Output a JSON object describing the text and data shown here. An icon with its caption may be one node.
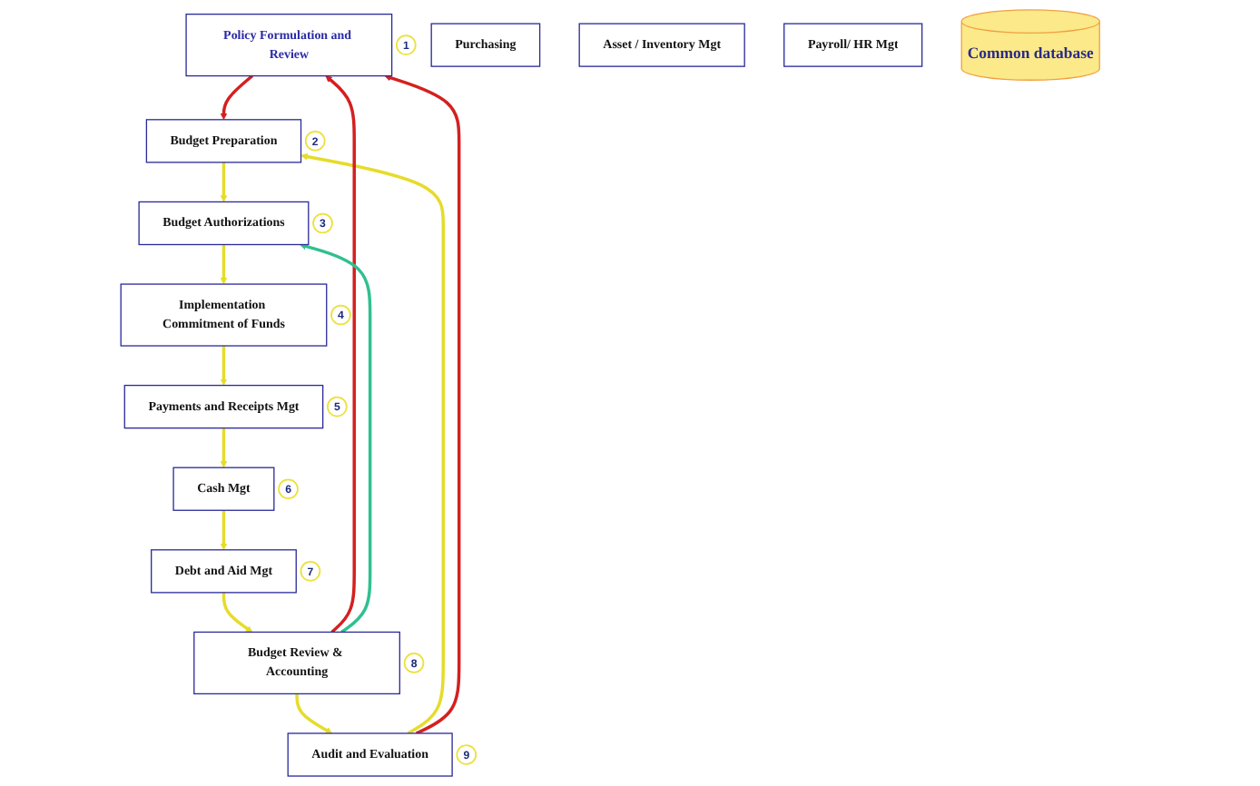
{
  "diagram": {
    "nodes": [
      {
        "text": [
          "Policy Formulation and Review"
        ],
        "beside": [
          "1"
        ]
      },
      {
        "text": [
          "Budget Preparation"
        ],
        "beside": [
          "2"
        ]
      },
      {
        "text": [
          "Budget Authorizations"
        ],
        "beside": [
          "3"
        ]
      },
      {
        "text": [
          "Implementation Commitment of Funds"
        ],
        "beside": [
          "4"
        ]
      },
      {
        "text": [
          "Purchasing"
        ]
      },
      {
        "text": [
          "Payments and Receipts Mgt"
        ],
        "beside": [
          "5"
        ]
      },
      {
        "text": [
          "Asset / Inventory Mgt"
        ]
      },
      {
        "text": [
          "Payroll/ HR Mgt"
        ]
      },
      {
        "text": [
          "Cash Mgt"
        ],
        "beside": [
          "6"
        ]
      },
      {
        "text": [
          "Debt and Aid Mgt"
        ],
        "beside": [
          "7"
        ]
      },
      {
        "text": [
          "Budget Review & Accounting"
        ],
        "beside": [
          "8"
        ]
      },
      {
        "text": [
          "Audit and Evaluation"
        ],
        "beside": [
          "9"
        ]
      },
      {
        "text": [
          "Common database"
        ]
      }
    ],
    "edges": [
      {
        "from": 0,
        "to": 1,
        "arrow": "to",
        "color": "#d42020"
      },
      {
        "from": 1,
        "to": 2,
        "arrow": "to"
      },
      {
        "from": 2,
        "to": 3,
        "arrow": "to"
      },
      {
        "from": 3,
        "to": 5,
        "arrow": "to"
      },
      {
        "from": 5,
        "to": 8,
        "arrow": "to"
      },
      {
        "from": 8,
        "to": 9,
        "arrow": "to"
      },
      {
        "from": 9,
        "to": 10,
        "arrow": "to"
      },
      {
        "from": 10,
        "to": 11,
        "arrow": "to"
      },
      {
        "from": 11,
        "to": 1,
        "arrow": "to"
      },
      {
        "from": 11,
        "to": 0,
        "arrow": "to",
        "color": "#d42020"
      },
      {
        "from": 10,
        "to": 0,
        "arrow": "to",
        "color": "#d42020"
      },
      {
        "from": 10,
        "to": 2,
        "arrow": "to",
        "color": "#30c090"
      }
    ]
  }
}
